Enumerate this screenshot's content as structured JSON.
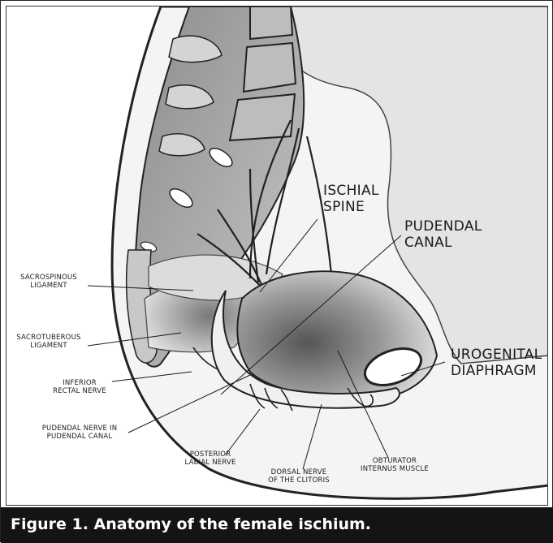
{
  "caption": "Figure 1. Anatomy of the female ischium.",
  "labels": {
    "ischial_spine": "ISCHIAL\nSPINE",
    "pudendal_canal": "PUDENDAL\nCANAL",
    "urogenital_diaphragm": "UROGENITAL\nDIAPHRAGM",
    "sacrospinous_ligament": "SACROSPINOUS\nLIGAMENT",
    "sacrotuberous_ligament": "SACROTUBEROUS\nLIGAMENT",
    "inferior_rectal_nerve": "INFERIOR\nRECTAL NERVE",
    "pudendal_nerve": "PUDENDAL NERVE IN\nPUDENDAL CANAL",
    "posterior_labial_nerve": "POSTERIOR\nLABIAL NERVE",
    "dorsal_nerve_clitoris": "DORSAL NERVE\nOF THE CLITORIS",
    "obturator_internus": "OBTURATOR\nINTERNUS MUSCLE"
  },
  "colors": {
    "caption_bar": "#141414",
    "caption_text": "#ffffff",
    "bone_shade": "#9a9a9a",
    "tissue_shade": "#e6e6e6"
  }
}
